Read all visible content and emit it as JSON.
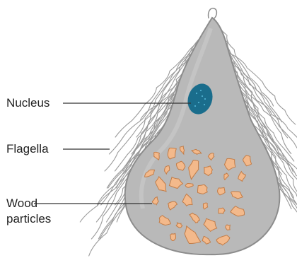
{
  "diagram": {
    "labels": {
      "nucleus": "Nucleus",
      "flagella": "Flagella",
      "wood_line1": "Wood",
      "wood_line2": "particles"
    },
    "colors": {
      "body_fill": "#b9b9b9",
      "body_stroke": "#8c8c8c",
      "flagella_stroke": "#9a9a9a",
      "nucleus_fill": "#1a6d8c",
      "nucleus_highlight": "#4fb0cf",
      "particle_fill": "#f3b98b",
      "particle_stroke": "#c27c47",
      "leader_line": "#333333"
    }
  }
}
